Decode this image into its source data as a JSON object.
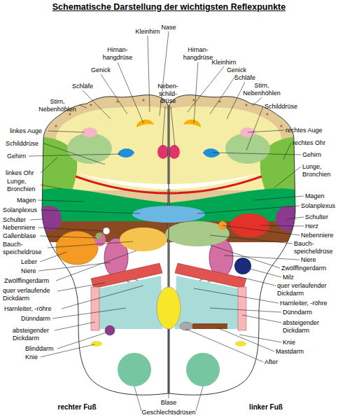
{
  "diagram": {
    "title": "Schematische Darstellung der wichtigsten Reflexpunkte",
    "labels": [
      "Nase",
      "Hirnan- hangdrüse",
      "Kleinhirn",
      "Hirnan- hangdrüse",
      "Kleinhirn",
      "Genick",
      "Genick",
      "Schläfe",
      "Schläfe",
      "Neben- schild- drüse",
      "Stirn, Nebenhöhlen",
      "Stirn, Nebenhöhlen",
      "Schilddrüse",
      "linkes Auge",
      "rechtes Auge",
      "Schilddrüse",
      "rechtes Ohr",
      "Gehirn",
      "Gehirn",
      "linkes Ohr",
      "Lunge, Bronchien",
      "Lunge, Bronchien",
      "Magen",
      "Magen",
      "Solanplexus",
      "Solanplexus",
      "Schulter",
      "Schulter",
      "Nebenniere",
      "Herz",
      "Gallenblase",
      "Nebenniere",
      "Bauch- speicheldrüse",
      "Bauch- speicheldrüse",
      "Leber",
      "Niere",
      "Niere",
      "Zwölffingerdarm",
      "Zwölffingerdarm",
      "Milz",
      "quer verlaufende Dickdarm",
      "quer verlaufender Dickdarm",
      "Harnleiter, -röhre",
      "Harnleiter, -röhre",
      "Dünndarm",
      "Dünndarm",
      "absteigender Dickdarm",
      "absteigender Dickdarm",
      "Blinddarm",
      "Knie",
      "Knie",
      "Mastdarm",
      "After",
      "rechter Fuß",
      "Blase",
      "linker Fuß",
      "Geschlechtsdrüsen"
    ]
  }
}
